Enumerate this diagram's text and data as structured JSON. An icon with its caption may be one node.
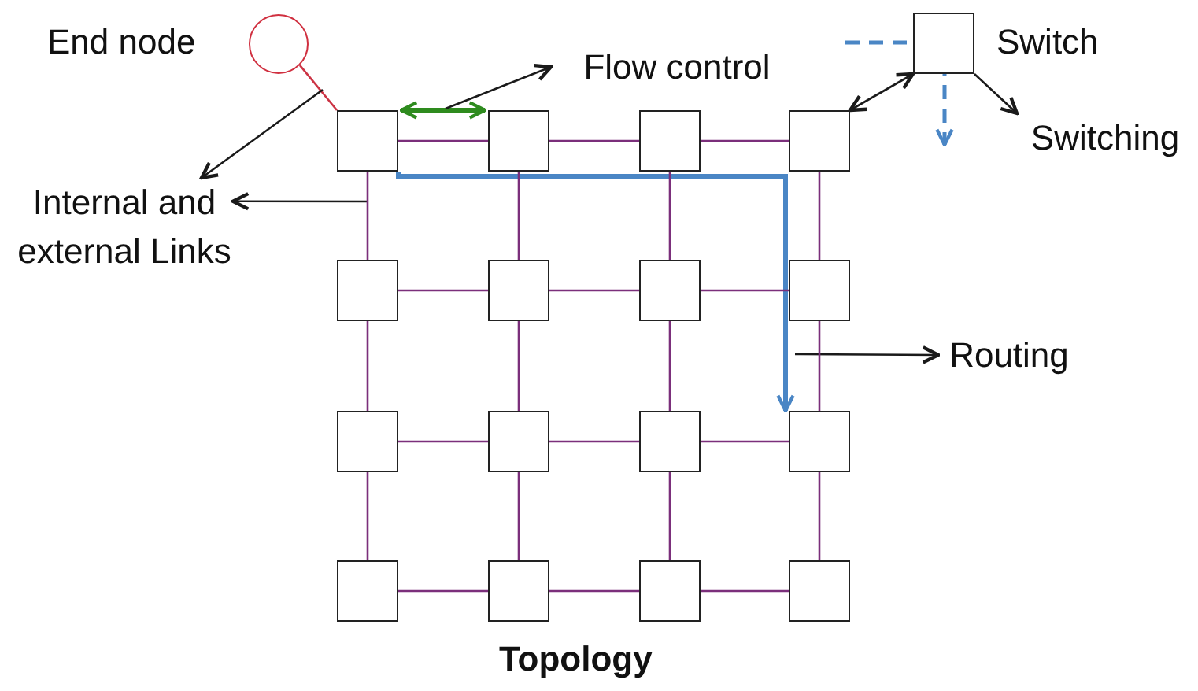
{
  "diagram": {
    "caption": "Topology",
    "nodes": [
      {
        "text": [],
        "shape": "circle",
        "beside": [
          "End node"
        ]
      },
      {
        "text": [
          "Flow control"
        ]
      },
      {
        "text": [],
        "shape": "box",
        "beside": [
          "Switch"
        ]
      },
      {
        "text": [
          "Switching"
        ]
      },
      {
        "text": [
          "Internal and external Links"
        ]
      },
      {
        "text": [
          "Routing"
        ]
      },
      {
        "text": [],
        "shape": "box"
      },
      {
        "text": [],
        "shape": "box"
      },
      {
        "text": [],
        "shape": "box"
      },
      {
        "text": [],
        "shape": "box"
      },
      {
        "text": [],
        "shape": "box"
      },
      {
        "text": [],
        "shape": "box"
      },
      {
        "text": [],
        "shape": "box"
      },
      {
        "text": [],
        "shape": "box"
      },
      {
        "text": [],
        "shape": "box"
      },
      {
        "text": [],
        "shape": "box"
      },
      {
        "text": [],
        "shape": "box"
      },
      {
        "text": [],
        "shape": "box"
      },
      {
        "text": [],
        "shape": "box"
      },
      {
        "text": [],
        "shape": "box"
      },
      {
        "text": [],
        "shape": "box"
      },
      {
        "text": [],
        "shape": "box"
      }
    ],
    "edges": [
      {
        "from": 0,
        "to": 6,
        "arrow": "none",
        "color": "#cc3344"
      },
      {
        "from": 6,
        "to": 7,
        "arrow": "both",
        "style": "thick",
        "color": "#2e8b1e"
      },
      {
        "from": null,
        "to": 1,
        "arrow": "to",
        "color": "#1a1a1a"
      },
      {
        "from": 9,
        "to": 2,
        "arrow": "both",
        "color": "#1a1a1a"
      },
      {
        "from": 2,
        "to": 3,
        "arrow": "to",
        "color": "#1a1a1a"
      },
      {
        "from": null,
        "to": 4,
        "arrow": "to",
        "color": "#1a1a1a"
      },
      {
        "from": null,
        "to": 4,
        "arrow": "to",
        "color": "#1a1a1a"
      },
      {
        "from": 6,
        "to": 17,
        "arrow": "to",
        "style": "thick",
        "color": "#4a86c5"
      },
      {
        "from": null,
        "to": 5,
        "arrow": "to",
        "color": "#1a1a1a"
      },
      {
        "from": 6,
        "to": 7,
        "arrow": "none"
      },
      {
        "from": 7,
        "to": 8,
        "arrow": "none"
      },
      {
        "from": 8,
        "to": 9,
        "arrow": "none"
      },
      {
        "from": 10,
        "to": 11,
        "arrow": "none"
      },
      {
        "from": 11,
        "to": 12,
        "arrow": "none"
      },
      {
        "from": 12,
        "to": 13,
        "arrow": "none"
      },
      {
        "from": 14,
        "to": 15,
        "arrow": "none"
      },
      {
        "from": 15,
        "to": 16,
        "arrow": "none"
      },
      {
        "from": 16,
        "to": 17,
        "arrow": "none"
      },
      {
        "from": 18,
        "to": 19,
        "arrow": "none"
      },
      {
        "from": 19,
        "to": 20,
        "arrow": "none"
      },
      {
        "from": 20,
        "to": 21,
        "arrow": "none"
      },
      {
        "from": 6,
        "to": 10,
        "arrow": "none"
      },
      {
        "from": 10,
        "to": 14,
        "arrow": "none"
      },
      {
        "from": 14,
        "to": 18,
        "arrow": "none"
      },
      {
        "from": 7,
        "to": 11,
        "arrow": "none"
      },
      {
        "from": 11,
        "to": 15,
        "arrow": "none"
      },
      {
        "from": 15,
        "to": 19,
        "arrow": "none"
      },
      {
        "from": 8,
        "to": 12,
        "arrow": "none"
      },
      {
        "from": 12,
        "to": 16,
        "arrow": "none"
      },
      {
        "from": 16,
        "to": 20,
        "arrow": "none"
      },
      {
        "from": 9,
        "to": 13,
        "arrow": "none"
      },
      {
        "from": 13,
        "to": 17,
        "arrow": "none"
      },
      {
        "from": 17,
        "to": 21,
        "arrow": "none"
      }
    ]
  }
}
